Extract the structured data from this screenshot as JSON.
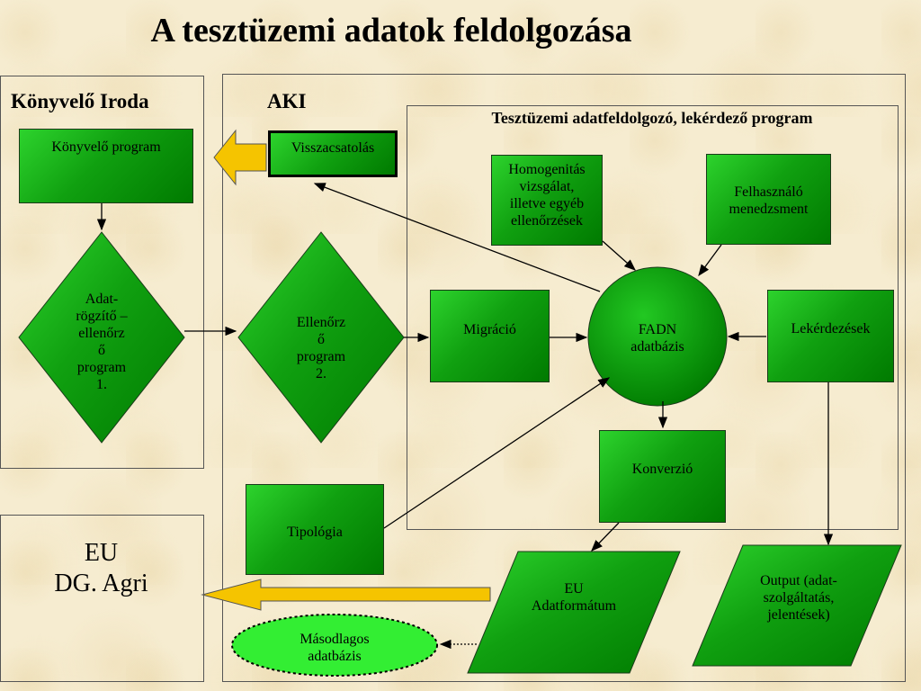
{
  "title": "A tesztüzemi adatok feldolgozása",
  "regions": {
    "konyvelo_iroda": "Könyvelő Iroda",
    "aki": "AKI",
    "program": "Tesztüzemi adatfeldolgozó, lekérdező program"
  },
  "nodes": {
    "konyvelo_program": "Könyvelő program",
    "adatrogzito": [
      "Adat-",
      "rögzítő –",
      "ellenőrz",
      "ő",
      "program",
      "1."
    ],
    "ellenorzo": [
      "Ellenőrz",
      "ő",
      "program",
      "2."
    ],
    "visszacsatolas": "Visszacsatolás",
    "homogenitas": [
      "Homogenitás",
      "vizsgálat,",
      "illetve egyéb",
      "ellenőrzések"
    ],
    "felhasznalo": [
      "Felhasználó",
      "menedzsment"
    ],
    "migracio": "Migráció",
    "fadn": [
      "FADN",
      "adatbázis"
    ],
    "lekerdezesek": "Lekérdezések",
    "konverzio": "Konverzió",
    "tipologia": "Tipológia",
    "eu_adatformatum": [
      "EU",
      "Adatformátum"
    ],
    "output": [
      "Output (adat-",
      "szolgáltatás,",
      "jelentések)"
    ],
    "masodlagos": [
      "Másodlagos",
      "adatbázis"
    ],
    "eu_dg": [
      "EU",
      "DG. Agri"
    ]
  },
  "colors": {
    "green_light": "#2dd32d",
    "green_dark": "#007a00",
    "arrow_fill": "#f5c400",
    "secondary_green": "#33ee33"
  }
}
